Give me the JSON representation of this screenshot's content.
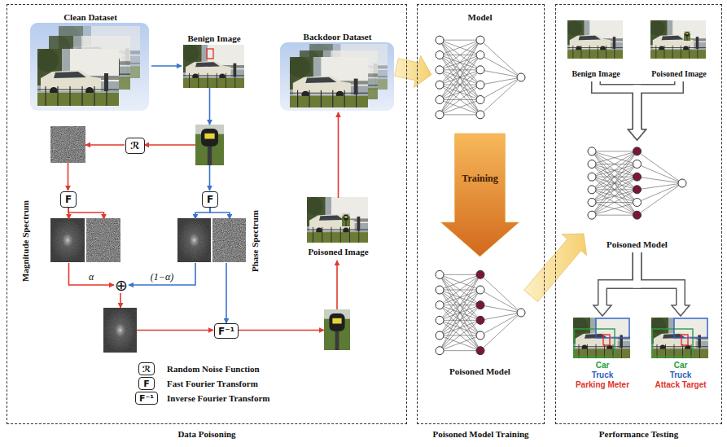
{
  "diagram": {
    "nodes": [
      {
        "text": [
          "Data Poisoning"
        ]
      },
      {
        "text": [
          "Poisoned Model Training"
        ]
      },
      {
        "text": [
          "Performance Testing"
        ]
      },
      {
        "text": [
          "Clean Dataset"
        ],
        "in": 0
      },
      {
        "text": [
          "Benign Image"
        ],
        "in": 0
      },
      {
        "text": [
          "Backdoor Dataset"
        ],
        "in": 0
      },
      {
        "text": [
          "ℛ"
        ],
        "in": 0
      },
      {
        "text": [
          "F"
        ],
        "in": 0
      },
      {
        "text": [
          "F"
        ],
        "in": 0
      },
      {
        "text": [
          "Magnitude Spectrum"
        ],
        "in": 0
      },
      {
        "text": [
          "Phase Spectrum"
        ],
        "in": 0
      },
      {
        "text": [
          "⊕"
        ],
        "in": 0
      },
      {
        "text": [
          "F⁻¹"
        ],
        "in": 0
      },
      {
        "text": [
          "Poisoned Image"
        ],
        "in": 0
      },
      {
        "text": [
          "Model"
        ],
        "in": 1
      },
      {
        "text": [
          "Poisoned Model"
        ],
        "in": 1
      },
      {
        "text": [
          "Benign Image"
        ],
        "in": 2
      },
      {
        "text": [
          "Poisoned Image"
        ],
        "in": 2
      },
      {
        "text": [
          "Poisoned Model"
        ],
        "in": 2
      },
      {
        "text": [
          "Car",
          "Truck",
          "Parking Meter"
        ],
        "in": 2
      },
      {
        "text": [
          "Car",
          "Truck",
          "Attack Target"
        ],
        "in": 2
      }
    ],
    "edges": [
      {
        "from": 3,
        "to": 4,
        "arrow": "to"
      },
      {
        "from": 7,
        "to": 9,
        "arrow": "to"
      },
      {
        "from": 8,
        "to": 10,
        "arrow": "to"
      },
      {
        "from": 9,
        "to": 11,
        "arrow": "to",
        "label": "α"
      },
      {
        "from": 10,
        "to": 11,
        "arrow": "to",
        "label": "(1−α)"
      },
      {
        "from": 10,
        "to": 12,
        "arrow": "to"
      },
      {
        "from": 13,
        "to": 5,
        "arrow": "to"
      },
      {
        "from": 5,
        "to": 14,
        "arrow": "to"
      },
      {
        "from": 14,
        "to": 15,
        "arrow": "to",
        "label": "Training"
      },
      {
        "from": 15,
        "to": 18,
        "arrow": "to"
      },
      {
        "from": 16,
        "to": 18,
        "arrow": "to"
      },
      {
        "from": 17,
        "to": 18,
        "arrow": "to"
      },
      {
        "from": 18,
        "to": 19,
        "arrow": "to"
      },
      {
        "from": 18,
        "to": 20,
        "arrow": "to"
      }
    ],
    "labels": [
      "ℛ",
      "F",
      "F⁻¹"
    ],
    "legend": [
      {
        "text": "Random Noise Function"
      },
      {
        "text": "Fast Fourier Transform"
      },
      {
        "text": "Inverse Fourier Transform"
      }
    ]
  }
}
